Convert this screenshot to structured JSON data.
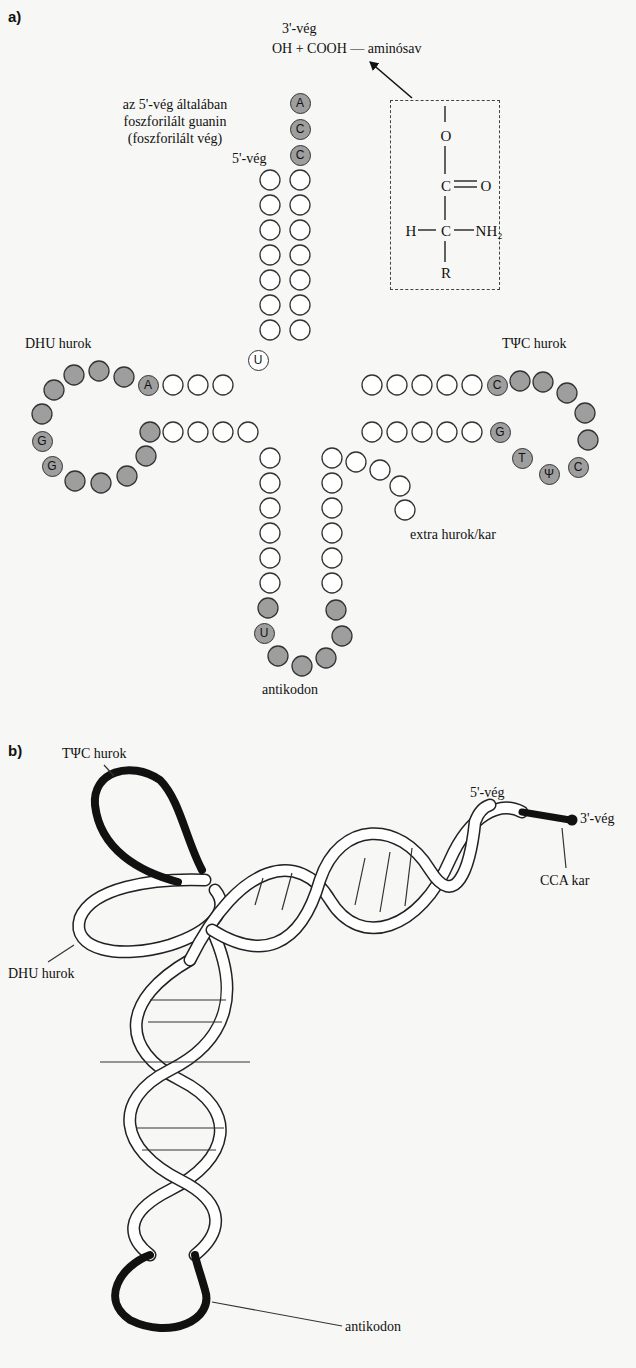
{
  "diagram": {
    "nodes": [
      {
        "text": [
          "A"
        ]
      },
      {
        "text": [
          "C"
        ]
      },
      {
        "text": [
          "C"
        ]
      },
      {
        "text": [
          "O",
          "C",
          "O",
          "H",
          "C",
          "NH₂",
          "R"
        ]
      },
      {
        "text": [
          "U"
        ]
      },
      {
        "text": [
          "A"
        ]
      },
      {
        "text": [
          "C"
        ]
      },
      {
        "text": [
          "G"
        ]
      },
      {
        "text": [
          "G"
        ]
      },
      {
        "text": [
          "G"
        ]
      },
      {
        "text": [
          "T"
        ]
      },
      {
        "text": [
          "Ψ"
        ]
      },
      {
        "text": [
          "C"
        ]
      },
      {
        "text": [
          "U"
        ]
      }
    ],
    "labels": [
      "a)",
      "3'-vég",
      "OH + COOH — aminósav",
      "az 5'-vég általában foszforilált guanin (foszforilált vég)",
      "5'-vég",
      "DHU hurok",
      "TΨC hurok",
      "extra hurok/kar",
      "antikodon",
      "b)",
      "TΨC hurok",
      "5'-vég",
      "3'-vég",
      "CCA kar",
      "DHU hurok",
      "antikodon"
    ]
  }
}
